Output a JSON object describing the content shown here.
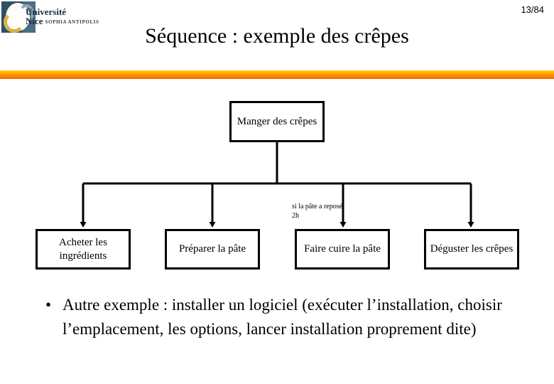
{
  "header": {
    "logo": {
      "name": "universite-nice-sophia-antipolis-logo",
      "line1": "Université",
      "line2_main": "Nice",
      "line2_sub": "SOPHIA ANTIPOLIS"
    },
    "page_number": "13/84",
    "title": "Séquence : exemple des crêpes",
    "divider_colors": {
      "top": "#ffd300",
      "mid": "#ff8c00",
      "bottom": "#f26100"
    }
  },
  "diagram": {
    "type": "sequence-activity-tree",
    "root": {
      "id": "node-root",
      "label": "Manger des crêpes"
    },
    "children": [
      {
        "id": "node-buy",
        "label": "Acheter les ingrédients",
        "guard": ""
      },
      {
        "id": "node-prep",
        "label": "Préparer la pâte",
        "guard": ""
      },
      {
        "id": "node-cook",
        "label": "Faire cuire la pâte",
        "guard": "si la pâte a reposé 2h"
      },
      {
        "id": "node-eat",
        "label": "Déguster les crêpes",
        "guard": ""
      }
    ],
    "guard_label": "si la pâte a reposé 2h",
    "line_color": "#000000"
  },
  "body": {
    "bullets": [
      {
        "marker": "•",
        "text": "Autre exemple : installer un logiciel (exécuter l’installation, choisir l’emplacement, les options, lancer installation proprement dite)"
      }
    ]
  }
}
